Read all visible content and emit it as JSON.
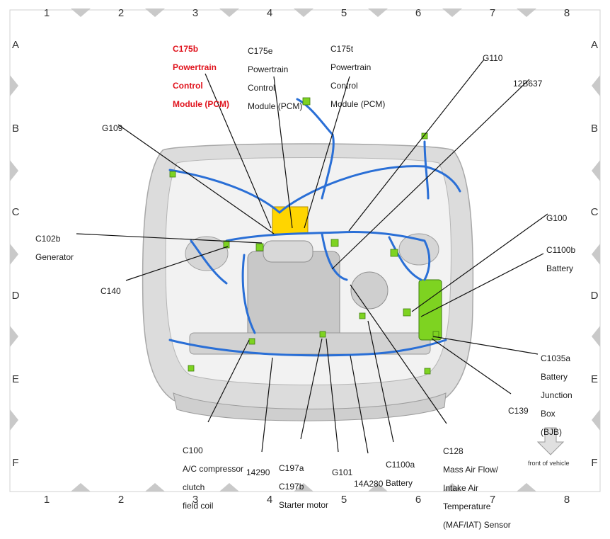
{
  "grid": {
    "columns": [
      "1",
      "2",
      "3",
      "4",
      "5",
      "6",
      "7",
      "8"
    ],
    "rows": [
      "A",
      "B",
      "C",
      "D",
      "E",
      "F"
    ]
  },
  "callouts": {
    "c175b": [
      "C175b",
      "Powertrain",
      "Control",
      "Module (PCM)"
    ],
    "c175e": [
      "C175e",
      "Powertrain",
      "Control",
      "Module (PCM)"
    ],
    "c175t": [
      "C175t",
      "Powertrain",
      "Control",
      "Module (PCM)"
    ],
    "g110": [
      "G110"
    ],
    "b12b637": [
      "12B637"
    ],
    "g109": [
      "G109"
    ],
    "c102b": [
      "C102b",
      "Generator"
    ],
    "c140": [
      "C140"
    ],
    "g100": [
      "G100"
    ],
    "c1100b": [
      "C1100b",
      "Battery"
    ],
    "c1035a": [
      "C1035a",
      "Battery",
      "Junction",
      "Box",
      "(BJB)"
    ],
    "c139": [
      "C139"
    ],
    "c100": [
      "C100",
      "A/C compressor",
      "clutch",
      "field coil"
    ],
    "n14290": [
      "14290"
    ],
    "c197": [
      "C197a",
      "C197b",
      "Starter motor"
    ],
    "g101": [
      "G101"
    ],
    "n14a280": [
      "14A280"
    ],
    "c1100a": [
      "C1100a",
      "Battery"
    ],
    "c128": [
      "C128",
      "Mass Air Flow/",
      "Intake Air",
      "Temperature",
      "(MAF/IAT) Sensor"
    ]
  },
  "front_of_vehicle": "front of vehicle",
  "colors": {
    "highlight_module": "#ffd500",
    "highlight_text": "#e0141e",
    "harness": "#2a6fd6",
    "connector": "#7ed321",
    "body": "#e4e4e4",
    "grid_marker": "#c9c9c9"
  }
}
